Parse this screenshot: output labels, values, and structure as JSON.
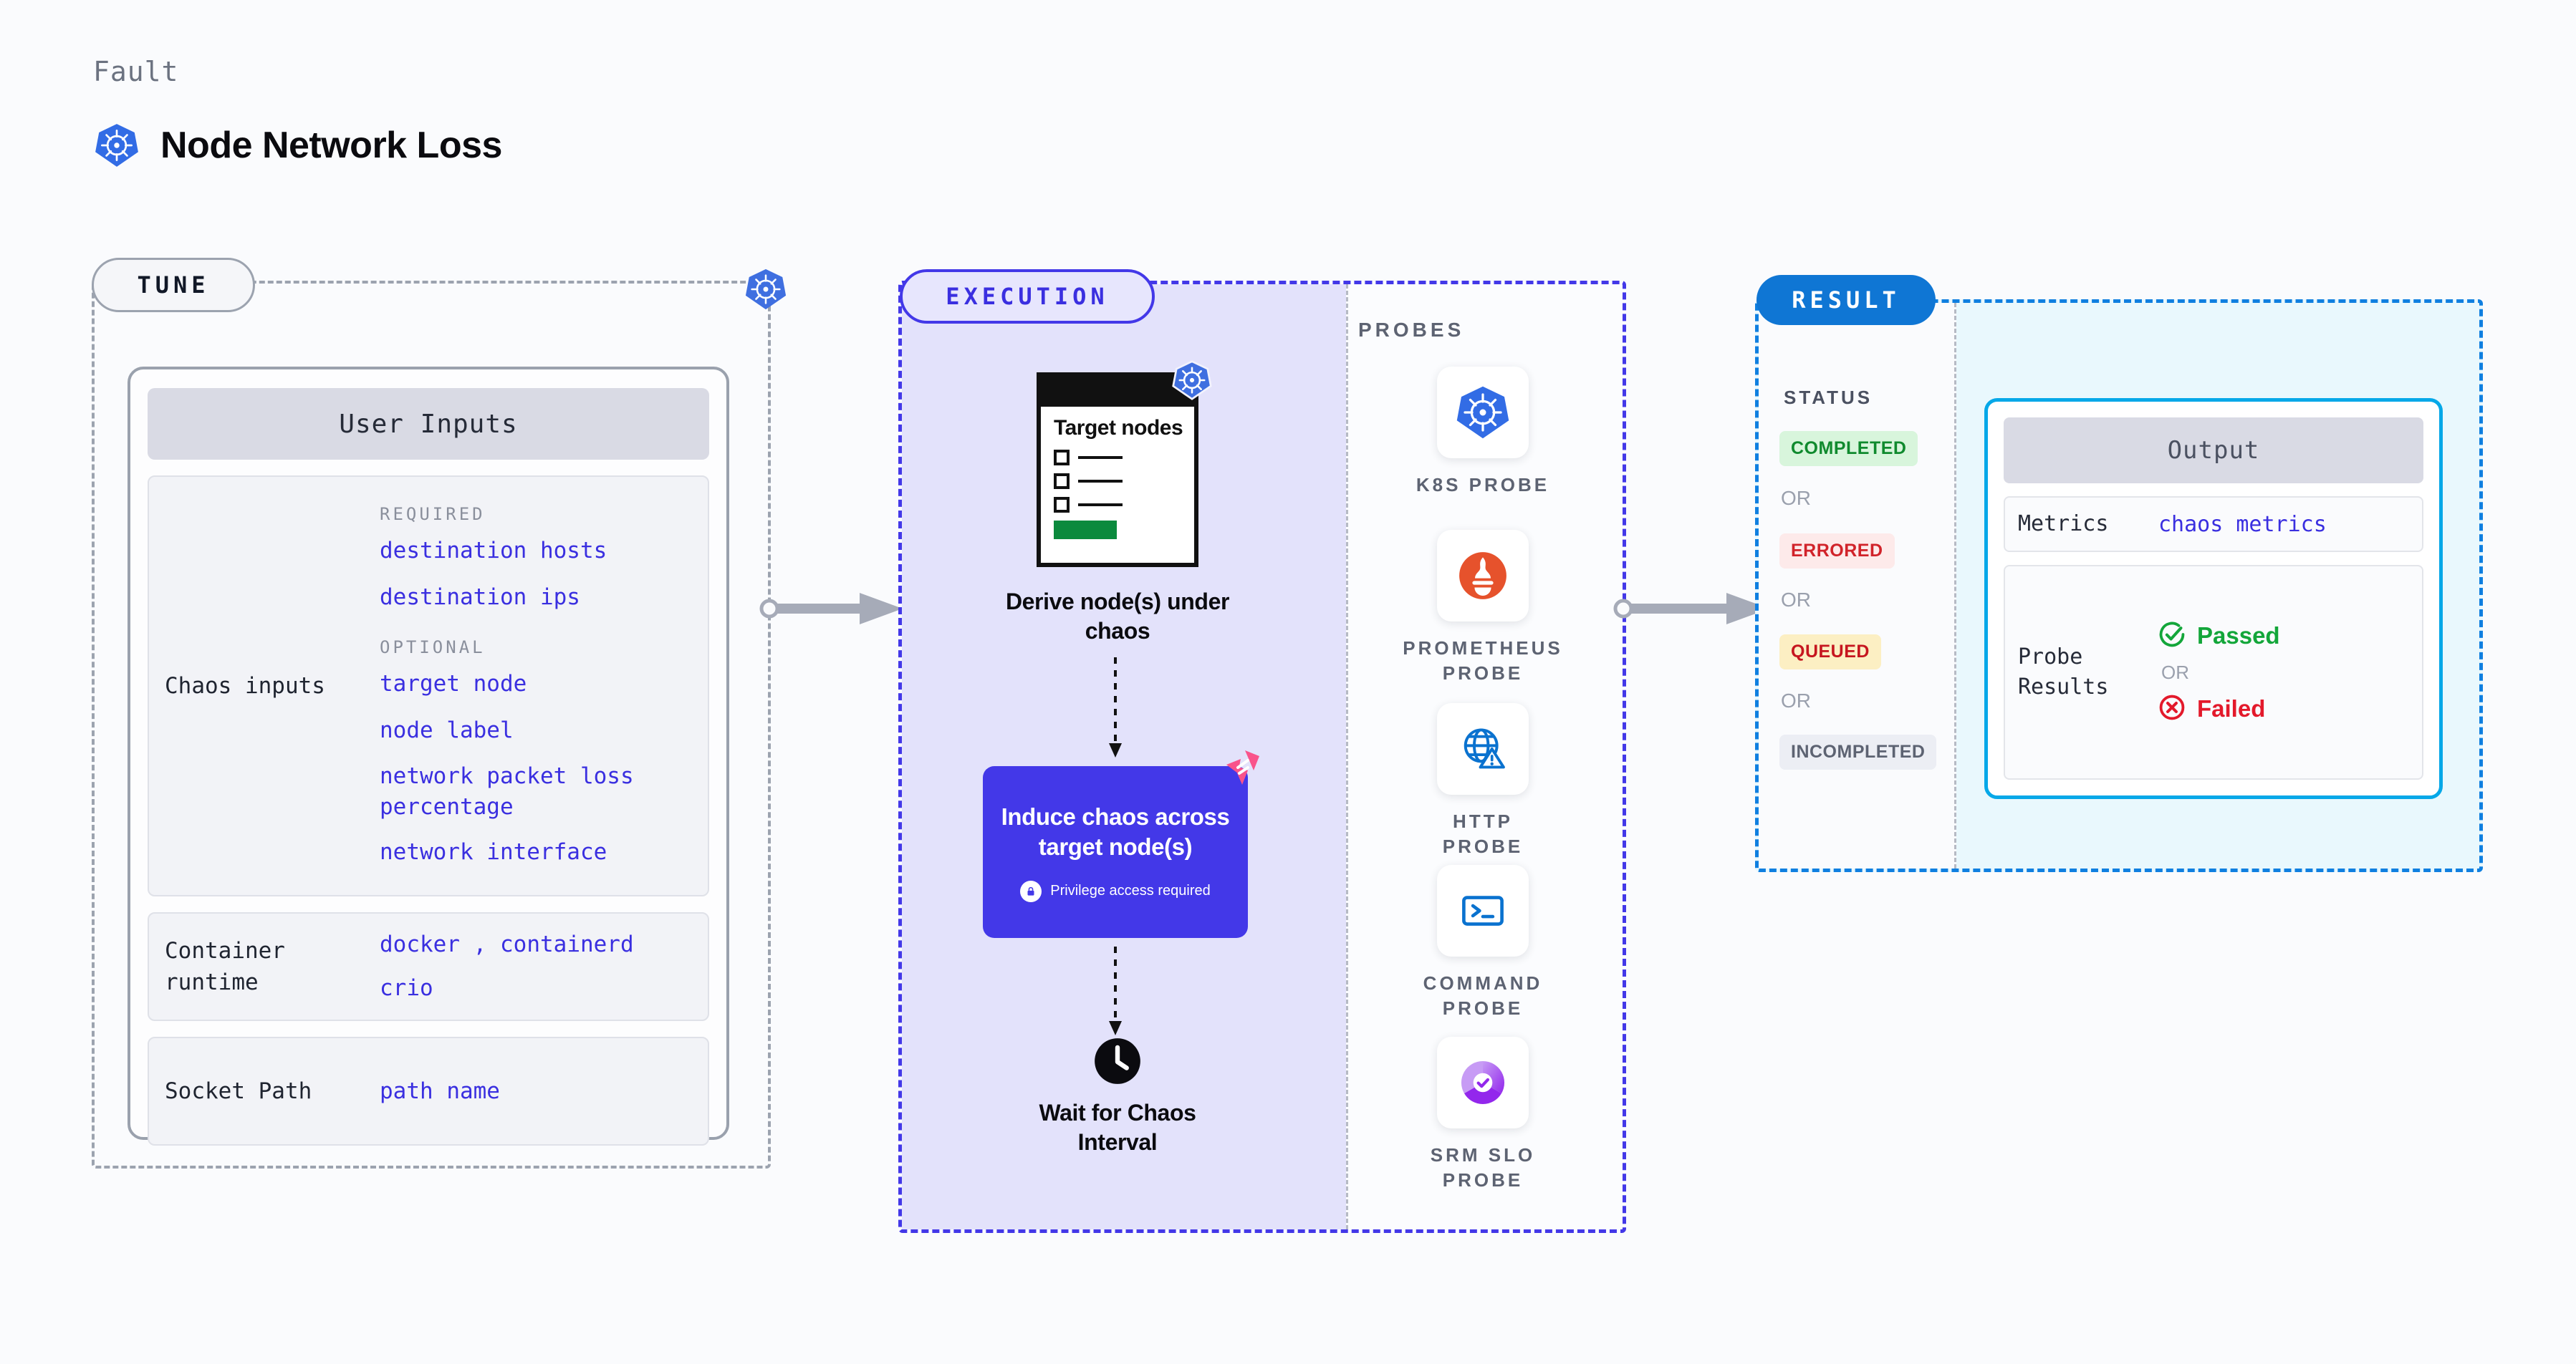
{
  "header": {
    "eyebrow": "Fault",
    "title": "Node Network Loss",
    "icon": "kubernetes-icon"
  },
  "stages": {
    "tune": {
      "label": "TUNE",
      "badge_icon": "kubernetes-icon"
    },
    "execution": {
      "label": "EXECUTION"
    },
    "result": {
      "label": "RESULT"
    }
  },
  "tune": {
    "card_title": "User Inputs",
    "blocks": [
      {
        "label": "Chaos inputs",
        "groups": [
          {
            "title": "REQUIRED",
            "values": [
              "destination hosts",
              "destination ips"
            ]
          },
          {
            "title": "OPTIONAL",
            "values": [
              "target node",
              "node label",
              "network packet loss percentage",
              "network interface"
            ]
          }
        ]
      },
      {
        "label": "Container runtime",
        "values": [
          "docker",
          "containerd",
          "crio"
        ],
        "separator": ","
      },
      {
        "label": "Socket Path",
        "values": [
          "path name"
        ]
      }
    ]
  },
  "execution": {
    "flow": [
      {
        "id": "derive-nodes",
        "card_title": "Target nodes",
        "caption": "Derive node(s) under chaos",
        "badge_icon": "kubernetes-icon"
      },
      {
        "id": "induce-chaos",
        "title": "Induce chaos across target node(s)",
        "privilege_note": "Privilege access required",
        "privilege_icon": "lock-icon",
        "corner_icon": "harness-logo-icon"
      },
      {
        "id": "wait-interval",
        "icon": "clock-icon",
        "caption": "Wait for Chaos Interval"
      }
    ],
    "probes_title": "PROBES",
    "probes": [
      {
        "label": "K8S PROBE",
        "icon": "kubernetes-icon"
      },
      {
        "label": "PROMETHEUS PROBE",
        "icon": "prometheus-icon"
      },
      {
        "label": "HTTP PROBE",
        "icon": "globe-warning-icon"
      },
      {
        "label": "COMMAND PROBE",
        "icon": "terminal-icon"
      },
      {
        "label": "SRM SLO PROBE",
        "icon": "srm-slo-icon"
      }
    ]
  },
  "result": {
    "status_title": "STATUS",
    "or_label": "OR",
    "statuses": [
      {
        "label": "COMPLETED",
        "bg": "#d8f5dc",
        "fg": "#108a2e"
      },
      {
        "label": "ERRORED",
        "bg": "#fdeaea",
        "fg": "#d1232a"
      },
      {
        "label": "QUEUED",
        "bg": "#fcefc3",
        "fg": "#c6161f"
      },
      {
        "label": "INCOMPLETED",
        "bg": "#eceef4",
        "fg": "#5d6372"
      }
    ],
    "output": {
      "title": "Output",
      "metrics_label": "Metrics",
      "metrics_value": "chaos metrics",
      "probe_results_label": "Probe Results",
      "passed_label": "Passed",
      "failed_label": "Failed",
      "or_label": "OR",
      "passed_icon": "check-circle-icon",
      "failed_icon": "x-circle-icon"
    }
  },
  "colors": {
    "accent_purple": "#4338e8",
    "accent_blue": "#0f76d4",
    "accent_cyan": "#06a8e8",
    "value_text": "#3a2fe0",
    "k8s_blue": "#326ce5",
    "prometheus_orange": "#e6522c",
    "harness_pink": "#f9538b"
  }
}
